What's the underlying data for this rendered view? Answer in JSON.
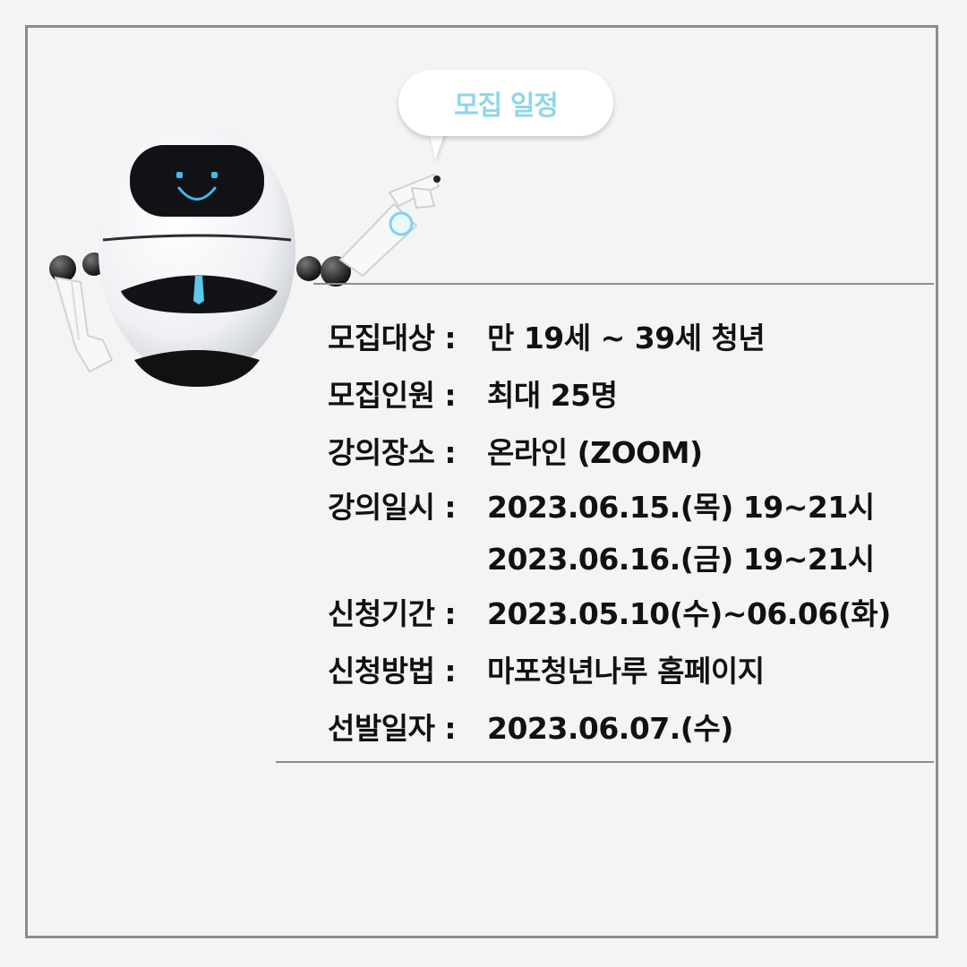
{
  "bubble": {
    "title": "모집 일정"
  },
  "schedule": {
    "target": {
      "label": "모집대상 :",
      "value": "만 19세 ~ 39세 청년"
    },
    "capacity": {
      "label": "모집인원 :",
      "value": "최대 25명"
    },
    "venue": {
      "label": "강의장소 :",
      "value": "온라인 (ZOOM)"
    },
    "datetime": {
      "label": "강의일시 :",
      "value1": "2023.06.15.(목) 19~21시",
      "value2": "2023.06.16.(금) 19~21시"
    },
    "period": {
      "label": "신청기간 :",
      "value": "2023.05.10(수)~06.06(화)"
    },
    "method": {
      "label": "신청방법 :",
      "value": "마포청년나루 홈페이지"
    },
    "selection": {
      "label": "선발일자 :",
      "value": "2023.06.07.(수)"
    }
  },
  "colors": {
    "bubble_text": "#8fd6ea",
    "rule": "#8c8c8c",
    "frame": "#8c8c8c"
  }
}
